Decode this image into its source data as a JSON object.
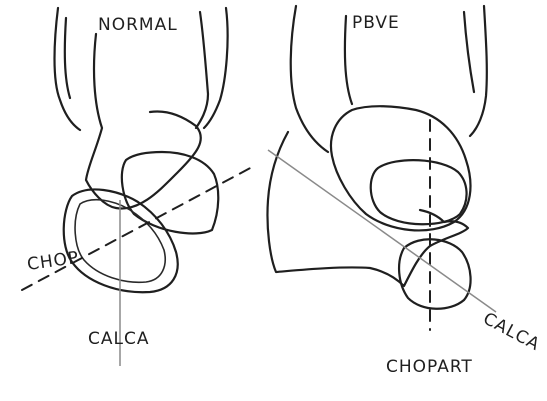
{
  "figure": {
    "left_panel": {
      "title": "NORMAL",
      "labels": {
        "chopart": "CHOP",
        "calcaneus": "CALCA"
      }
    },
    "right_panel": {
      "title": "PBVE",
      "labels": {
        "calcaneus": "CALCA",
        "chopart": "CHOPART"
      }
    },
    "colors": {
      "ink": "#1f1f1f",
      "axis_gray": "#8a8a8a",
      "paper": "#ffffff"
    }
  }
}
